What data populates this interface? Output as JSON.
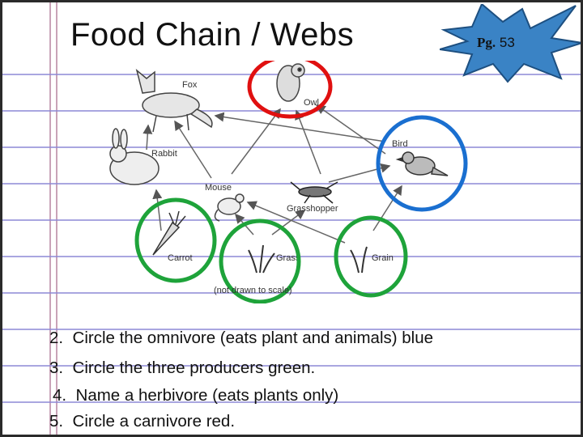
{
  "title": "Food Chain / Webs",
  "page_ref": {
    "prefix": "Pg.",
    "number": "53"
  },
  "diagram": {
    "labels": {
      "fox": "Fox",
      "owl": "Owl",
      "rabbit": "Rabbit",
      "bird": "Bird",
      "mouse": "Mouse",
      "grasshopper": "Grasshopper",
      "carrot": "Carrot",
      "grass": "Grass",
      "grain": "Grain"
    },
    "note": "(not drawn to scale)",
    "circle_colors": {
      "red": "#e01010",
      "blue": "#1a6fd0",
      "green": "#1ea33a"
    }
  },
  "questions": [
    {
      "num": "2.",
      "text": "Circle the omnivore (eats plant and animals) blue"
    },
    {
      "num": "3.",
      "text": "Circle the three producers green."
    },
    {
      "num": "4.",
      "text": "Name a herbivore (eats plants only)"
    },
    {
      "num": "5.",
      "text": "Circle a carnivore red."
    }
  ]
}
